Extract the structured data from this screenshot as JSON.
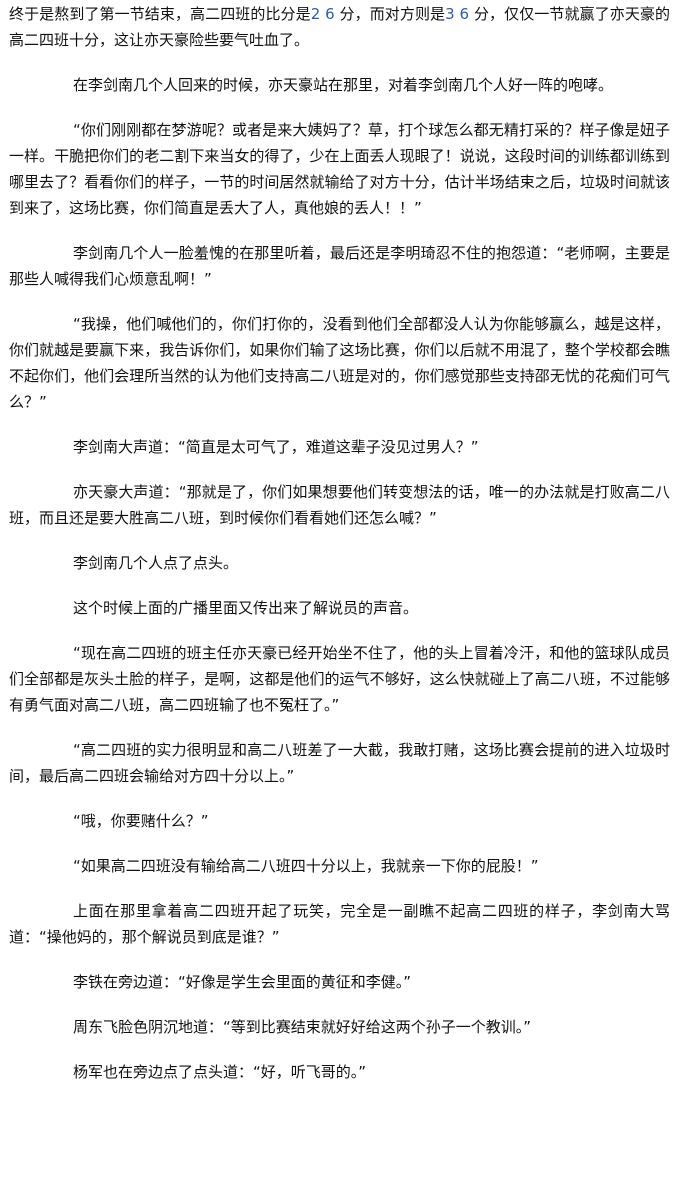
{
  "colors": {
    "number_highlight": "#2a5db0",
    "text": "#111111"
  },
  "first_paragraph": {
    "seg1": "终于是熬到了第一节结束，高二四班的比分是",
    "score_own": "2 6",
    "seg2": " 分，而对方则是",
    "score_opponent": "3 6",
    "seg3": " 分，仅仅一节就赢了亦天豪的高二四班十分，这让亦天豪险些要气吐血了。"
  },
  "paragraphs": [
    "在李剑南几个人回来的时候，亦天豪站在那里，对着李剑南几个人好一阵的咆哮。",
    "“你们刚刚都在梦游呢？或者是来大姨妈了？草，打个球怎么都无精打采的？样子像是妞子一样。干脆把你们的老二割下来当女的得了，少在上面丢人现眼了！说说，这段时间的训练都训练到哪里去了？看看你们的样子，一节的时间居然就输给了对方十分，估计半场结束之后，垃圾时间就该到来了，这场比赛，你们简直是丢大了人，真他娘的丢人！！”",
    "李剑南几个人一脸羞愧的在那里听着，最后还是李明琦忍不住的抱怨道：“老师啊，主要是那些人喊得我们心烦意乱啊！”",
    "“我操，他们喊他们的，你们打你的，没看到他们全部都没人认为你能够赢么，越是这样，你们就越是要赢下来，我告诉你们，如果你们输了这场比赛，你们以后就不用混了，整个学校都会瞧不起你们，他们会理所当然的认为他们支持高二八班是对的，你们感觉那些支持邵无忧的花痴们可气么？”",
    "李剑南大声道：“简直是太可气了，难道这辈子没见过男人？”",
    "亦天豪大声道：“那就是了，你们如果想要他们转变想法的话，唯一的办法就是打败高二八班，而且还是要大胜高二八班，到时候你们看看她们还怎么喊？”",
    "李剑南几个人点了点头。",
    "这个时候上面的广播里面又传出来了解说员的声音。",
    "“现在高二四班的班主任亦天豪已经开始坐不住了，他的头上冒着冷汗，和他的篮球队成员们全部都是灰头土脸的样子，是啊，这都是他们的运气不够好，这么快就碰上了高二八班，不过能够有勇气面对高二八班，高二四班输了也不冤枉了。”",
    "“高二四班的实力很明显和高二八班差了一大截，我敢打赌，这场比赛会提前的进入垃圾时间，最后高二四班会输给对方四十分以上。”",
    "“哦，你要赌什么？”",
    "“如果高二四班没有输给高二八班四十分以上，我就亲一下你的屁股！”",
    "上面在那里拿着高二四班开起了玩笑，完全是一副瞧不起高二四班的样子，李剑南大骂道：“操他妈的，那个解说员到底是谁？”",
    "李铁在旁边道：“好像是学生会里面的黄征和李健。”",
    "周东飞脸色阴沉地道：“等到比赛结束就好好给这两个孙子一个教训。”",
    "杨军也在旁边点了点头道：“好，听飞哥的。”"
  ]
}
